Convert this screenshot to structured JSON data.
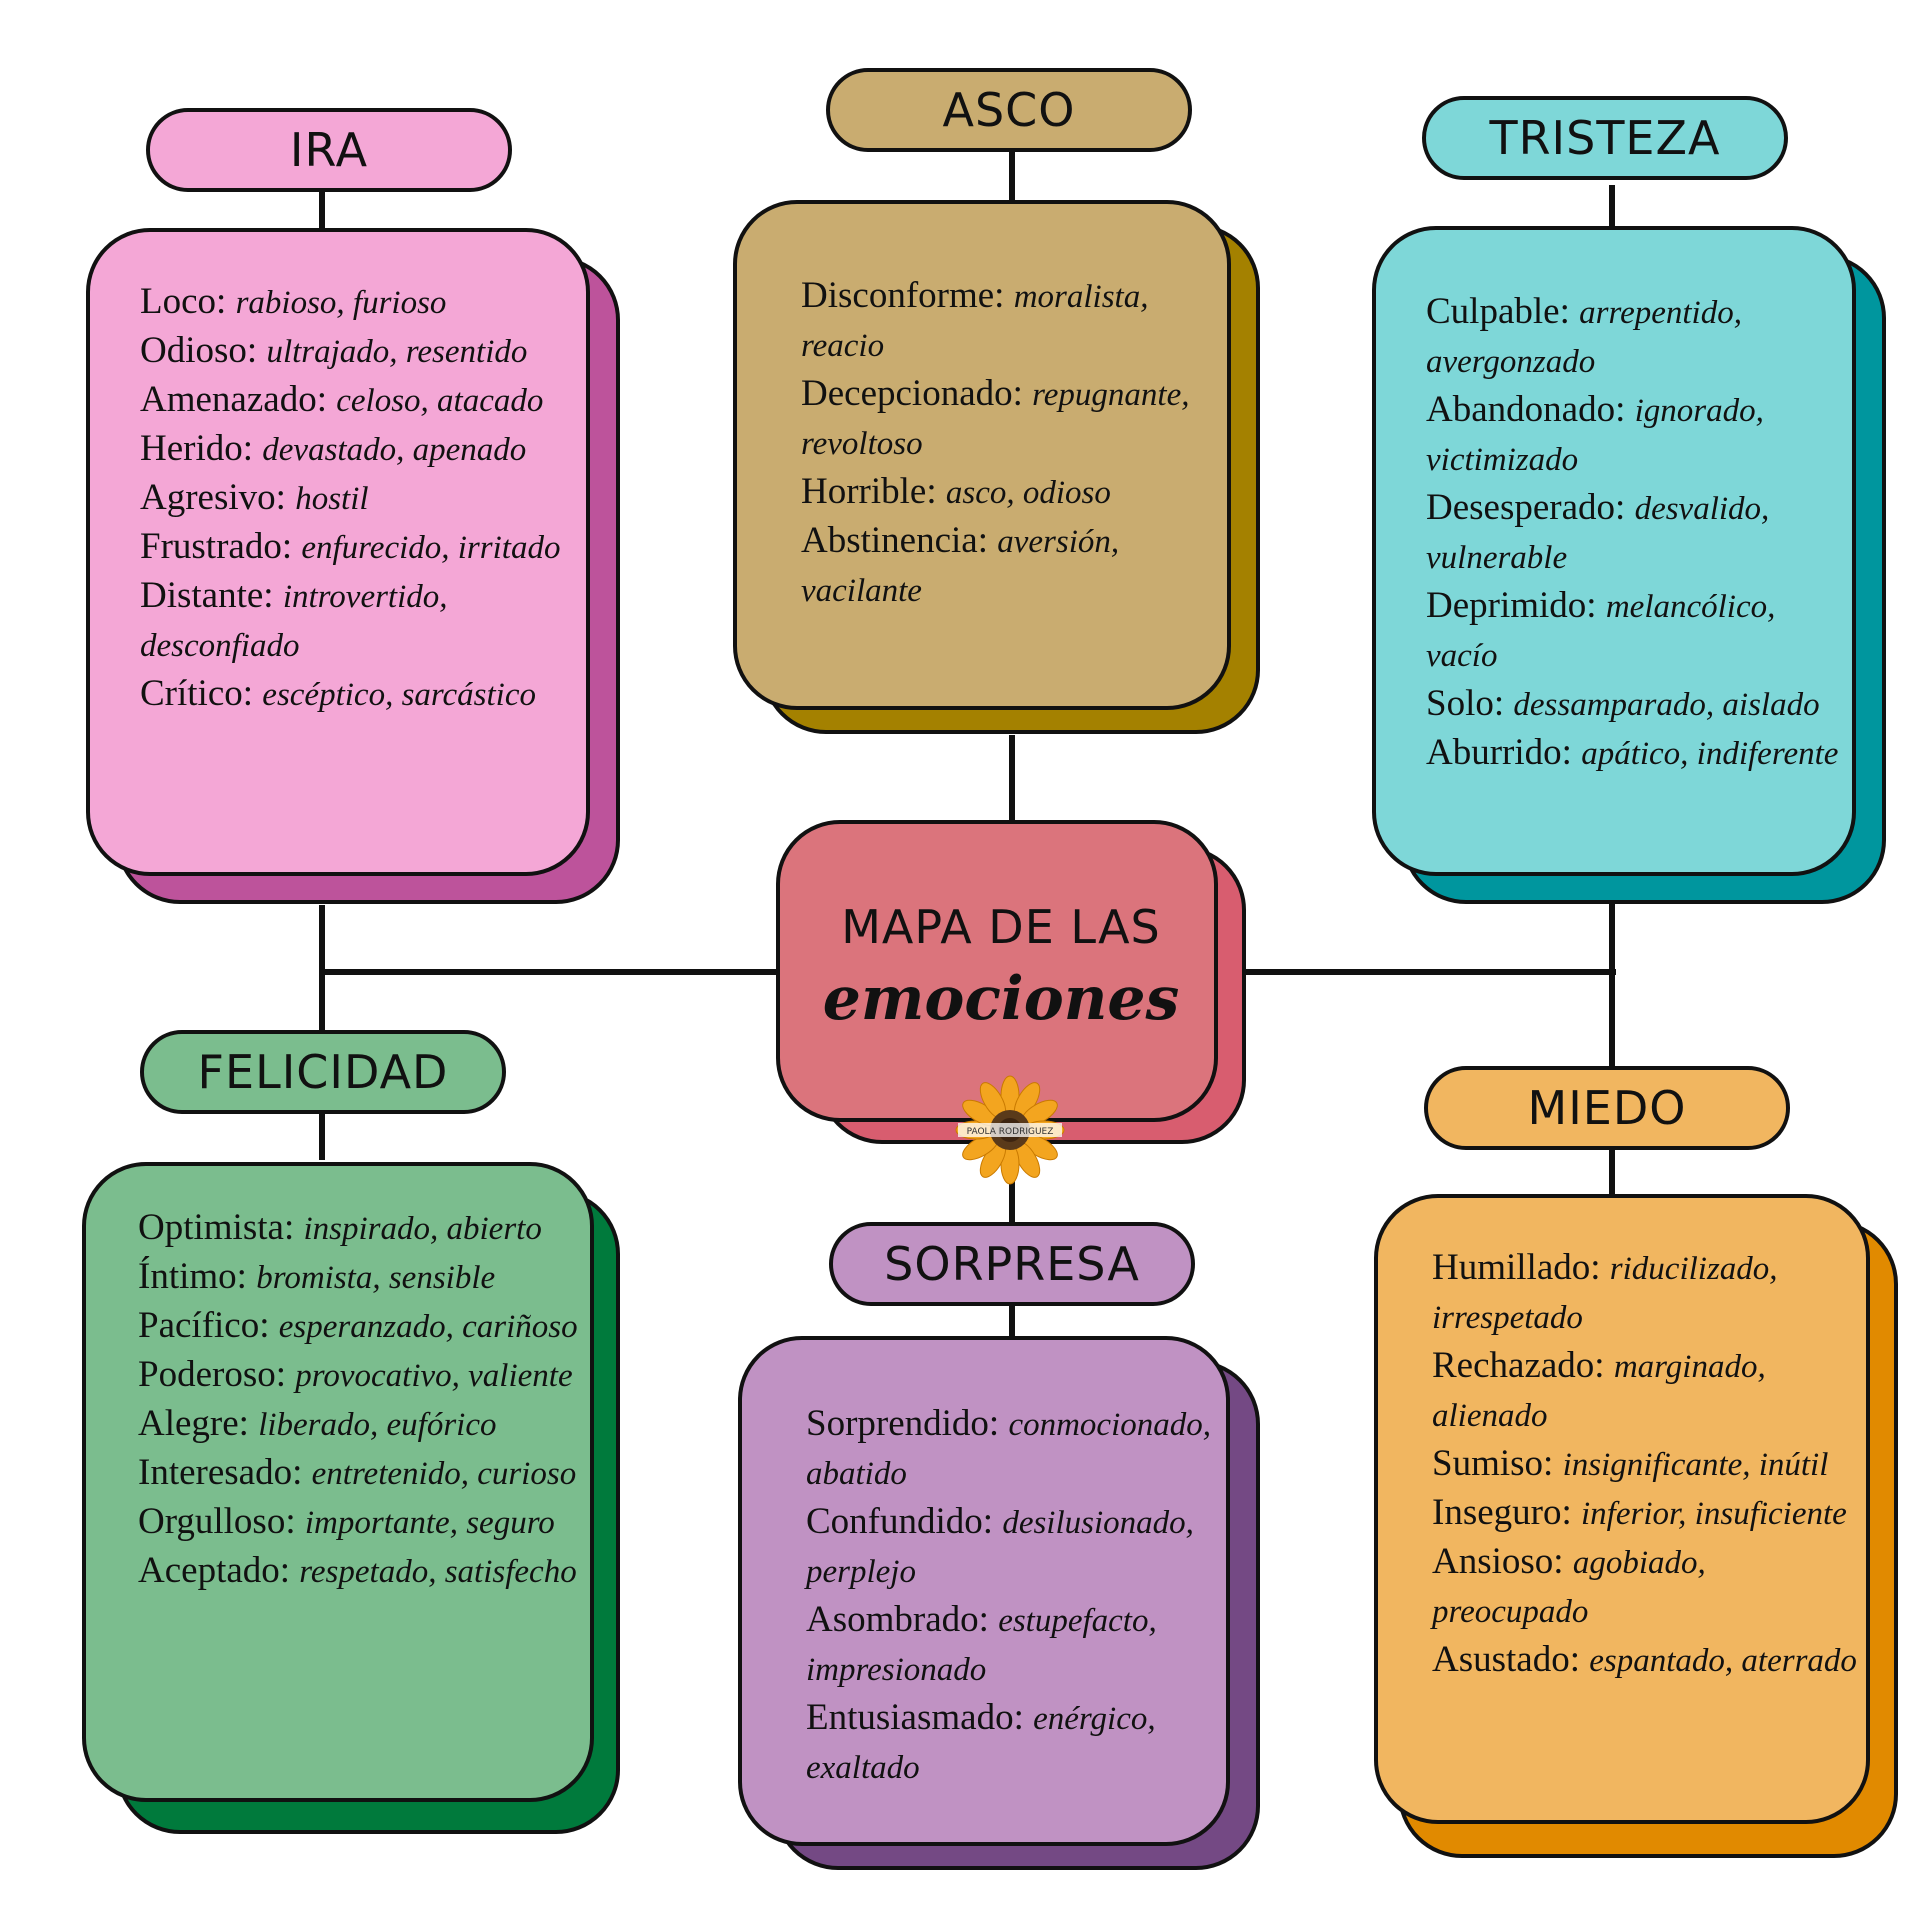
{
  "center": {
    "line1": "MAPA DE LAS",
    "line2": "emociones",
    "watermark": "PAOLA RODRIGUEZ"
  },
  "colors": {
    "ira": "#f4a7d6",
    "ira_shadow": "#bd539b",
    "asco": "#c9ac70",
    "asco_shadow": "#a48100",
    "tristeza": "#7ed7d8",
    "tristeza_shadow": "#00969e",
    "felicidad": "#7bbd8e",
    "felicidad_shadow": "#007a3c",
    "sorpresa": "#c092c3",
    "sorpresa_shadow": "#744984",
    "miedo": "#f1b660",
    "miedo_shadow": "#e18a00",
    "center": "#db747c",
    "center_shadow": "#d85d6f"
  },
  "groups": {
    "ira": {
      "title": "IRA",
      "items": [
        {
          "term": "Loco:",
          "desc": "rabioso, furioso"
        },
        {
          "term": "Odioso:",
          "desc": "ultrajado, resentido"
        },
        {
          "term": "Amenazado:",
          "desc": "celoso, atacado"
        },
        {
          "term": "Herido:",
          "desc": "devastado, apenado"
        },
        {
          "term": "Agresivo:",
          "desc": "hostil"
        },
        {
          "term": "Frustrado:",
          "desc": "enfurecido, irritado"
        },
        {
          "term": "Distante:",
          "desc": "introvertido, desconfiado"
        },
        {
          "term": "Crítico:",
          "desc": "escéptico, sarcástico"
        }
      ]
    },
    "asco": {
      "title": "ASCO",
      "items": [
        {
          "term": "Disconforme:",
          "desc": "moralista, reacio"
        },
        {
          "term": "Decepcionado:",
          "desc": "repugnante, revoltoso"
        },
        {
          "term": "Horrible:",
          "desc": "asco, odioso"
        },
        {
          "term": "Abstinencia:",
          "desc": "aversión, vacilante"
        }
      ]
    },
    "tristeza": {
      "title": "TRISTEZA",
      "items": [
        {
          "term": "Culpable:",
          "desc": "arrepentido, avergonzado"
        },
        {
          "term": "Abandonado:",
          "desc": "ignorado, victimizado"
        },
        {
          "term": "Desesperado:",
          "desc": "desvalido, vulnerable"
        },
        {
          "term": "Deprimido:",
          "desc": "melancólico, vacío"
        },
        {
          "term": "Solo:",
          "desc": "dessamparado, aislado"
        },
        {
          "term": "Aburrido:",
          "desc": "apático, indiferente"
        }
      ]
    },
    "felicidad": {
      "title": "FELICIDAD",
      "items": [
        {
          "term": "Optimista:",
          "desc": "inspirado, abierto"
        },
        {
          "term": "Íntimo:",
          "desc": "bromista, sensible"
        },
        {
          "term": "Pacífico:",
          "desc": "esperanzado, cariñoso"
        },
        {
          "term": "Poderoso:",
          "desc": "provocativo, valiente"
        },
        {
          "term": "Alegre:",
          "desc": "liberado, eufórico"
        },
        {
          "term": "Interesado:",
          "desc": "entretenido, curioso"
        },
        {
          "term": "Orgulloso:",
          "desc": "importante, seguro"
        },
        {
          "term": "Aceptado:",
          "desc": "respetado, satisfecho"
        }
      ]
    },
    "sorpresa": {
      "title": "SORPRESA",
      "items": [
        {
          "term": "Sorprendido:",
          "desc": "conmocionado, abatido"
        },
        {
          "term": "Confundido:",
          "desc": "desilusionado, perplejo"
        },
        {
          "term": "Asombrado:",
          "desc": "estupefacto, impresionado"
        },
        {
          "term": "Entusiasmado:",
          "desc": "enérgico, exaltado"
        }
      ]
    },
    "miedo": {
      "title": "MIEDO",
      "items": [
        {
          "term": "Humillado:",
          "desc": "riducilizado, irrespetado"
        },
        {
          "term": "Rechazado:",
          "desc": "marginado, alienado"
        },
        {
          "term": "Sumiso:",
          "desc": "insignificante, inútil"
        },
        {
          "term": "Inseguro:",
          "desc": "inferior, insuficiente"
        },
        {
          "term": "Ansioso:",
          "desc": "agobiado, preocupado"
        },
        {
          "term": "Asustado:",
          "desc": "espantado, aterrado"
        }
      ]
    }
  }
}
